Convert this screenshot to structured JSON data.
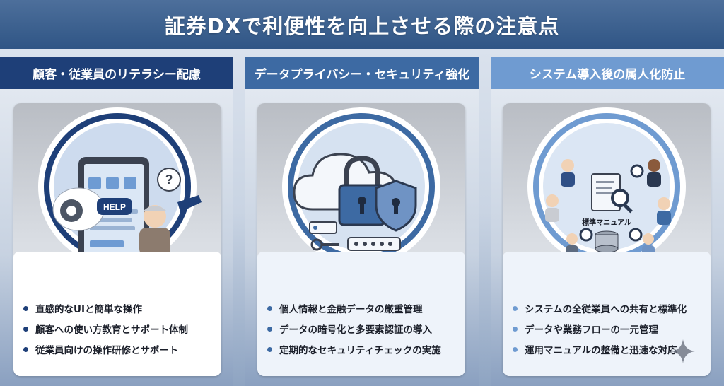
{
  "title": "証券DXで利便性を向上させる際の注意点",
  "columns": [
    {
      "heading": "顧客・従業員のリテラシー配慮",
      "points": [
        "直感的なUIと簡単な操作",
        "顧客への使い方教育とサポート体制",
        "従業員向けの操作研修とサポート"
      ],
      "illustration": {
        "help_label": "HELP",
        "icons": [
          "tablet-icon",
          "gear-icon",
          "question-bubble-icon",
          "elderly-user-icon",
          "helper-hand-icon"
        ]
      }
    },
    {
      "heading": "データプライバシー・セキュリティ強化",
      "points": [
        "個人情報と金融データの厳重管理",
        "データの暗号化と多要素認証の導入",
        "定期的なセキュリティチェックの実施"
      ],
      "illustration": {
        "icons": [
          "cloud-icon",
          "padlock-icon",
          "shield-icon",
          "key-icon",
          "password-field-icon",
          "id-card-icon"
        ]
      }
    },
    {
      "heading": "システム導入後の属人化防止",
      "points": [
        "システムの全従業員への共有と標準化",
        "データや業務フローの一元管理",
        "運用マニュアルの整備と迅速な対応"
      ],
      "illustration": {
        "manual_label": "標準マニュアル",
        "icons": [
          "document-icon",
          "magnifier-icon",
          "database-icon",
          "team-members-icon"
        ]
      }
    }
  ],
  "colors": {
    "col1": "#1e3f78",
    "col2": "#3d6aa3",
    "col3": "#6f9bd1",
    "banner": "#3a5f8f"
  }
}
